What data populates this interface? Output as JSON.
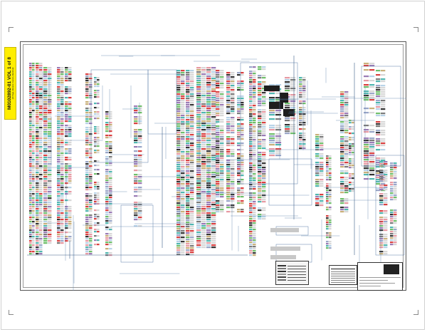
{
  "document": {
    "title_tab": {
      "main": "M0102892-01 VOL 1 of 8",
      "sub": "(20 Page, Elevator, Custom, Electrical)"
    }
  },
  "colors": {
    "tab_yellow": "#ffee00",
    "wire_blue": "#5a7fa8",
    "component_pink": "#e79aa3",
    "component_teal": "#4fb6b0",
    "component_green": "#6fbf6a",
    "component_dark": "#333333",
    "component_red": "#d94040",
    "component_purple": "#9a7bb5"
  },
  "legend": {
    "icon": "color-code-legend"
  },
  "title_block": {
    "icon": "caterpillar-logo"
  }
}
